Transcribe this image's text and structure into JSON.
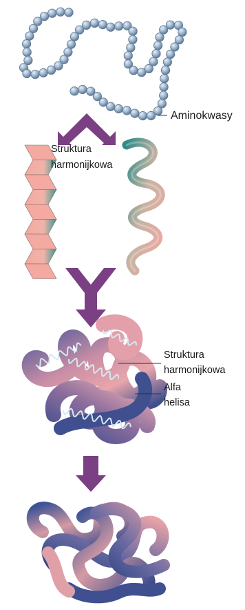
{
  "labels": {
    "amino_acids": "Aminokwasy",
    "beta_sheet_line1": "Struktura",
    "beta_sheet_line2": "harmonijkowa",
    "fold_sheet_line1": "Struktura",
    "fold_sheet_line2": "harmonijkowa",
    "fold_helix_line1": "Alfa",
    "fold_helix_line2": "helisa"
  },
  "colors": {
    "bead_fill": "#9fb6cf",
    "bead_stroke": "#5b7691",
    "arrow": "#7b3f84",
    "sheet_pink": "#f2a7a0",
    "sheet_teal": "#2f8b88",
    "fold_pink": "#e8a0a8",
    "fold_blue": "#3f4f8f",
    "wave": "#cfe6ef",
    "text": "#1a1a1a"
  },
  "icons": {
    "split_arrow": "double-chevron-arrow-icon",
    "merge_arrow": "y-merge-arrow-icon",
    "down_arrow": "down-arrow-icon"
  }
}
